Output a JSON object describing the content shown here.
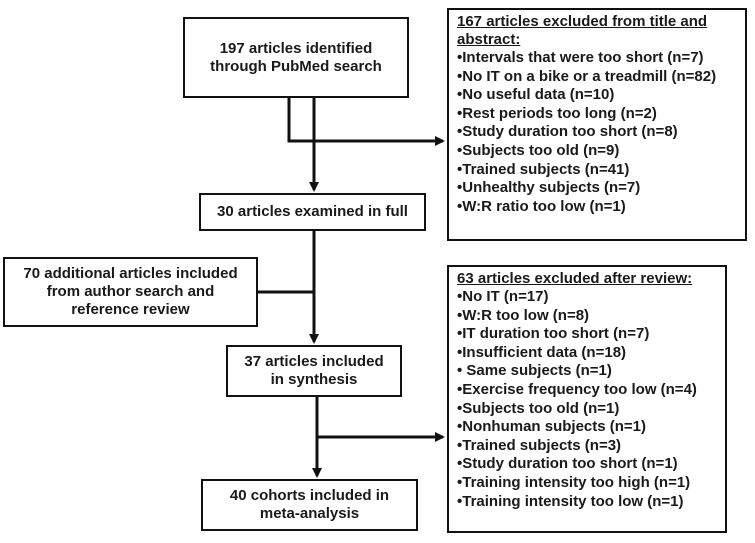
{
  "boxes": {
    "identified": {
      "lines": [
        "197 articles identified",
        "through PubMed search"
      ]
    },
    "examined": {
      "lines": [
        "30 articles examined in full"
      ]
    },
    "additional": {
      "lines": [
        "70 additional articles included",
        "from author search and",
        "reference review"
      ]
    },
    "synthesis": {
      "lines": [
        "37 articles included",
        "in synthesis"
      ]
    },
    "cohorts": {
      "lines": [
        "40 cohorts included in",
        "meta-analysis"
      ]
    }
  },
  "excluded_title": {
    "title_lines": [
      "167 articles excluded from title and",
      "abstract:"
    ],
    "items": [
      "•Intervals that were too short (n=7)",
      "•No IT on a bike or a treadmill (n=82)",
      "•No useful data (n=10)",
      "•Rest periods too long (n=2)",
      "•Study duration too short  (n=8)",
      "•Subjects too old (n=9)",
      "•Trained subjects (n=41)",
      "•Unhealthy subjects (n=7)",
      "•W:R ratio too low (n=1)"
    ]
  },
  "excluded_review": {
    "title_lines": [
      "63 articles excluded after review:"
    ],
    "items": [
      "•No IT (n=17)",
      "•W:R too low (n=8)",
      "•IT duration too short (n=7)",
      "•Insufficient data (n=18)",
      "• Same subjects (n=1)",
      "•Exercise frequency too low (n=4)",
      "•Subjects too old (n=1)",
      "•Nonhuman subjects (n=1)",
      "•Trained subjects (n=3)",
      "•Study duration too short (n=1)",
      "•Training intensity too high (n=1)",
      "•Training intensity too low (n=1)"
    ]
  }
}
